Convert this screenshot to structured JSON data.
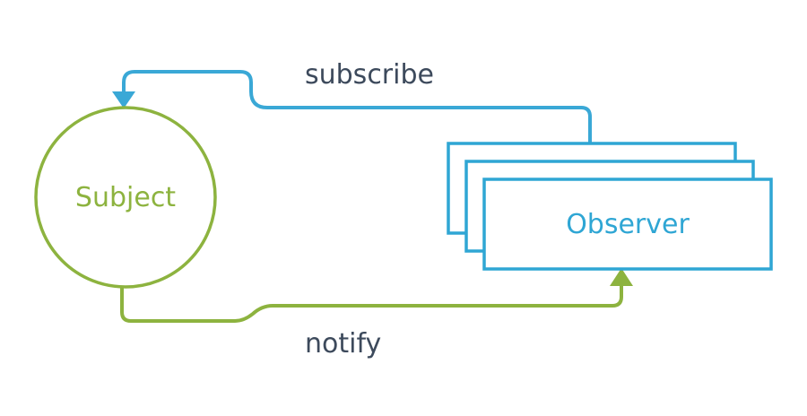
{
  "diagram": {
    "subject_label": "Subject",
    "observer_label": "Observer",
    "subscribe_label": "subscribe",
    "notify_label": "notify"
  },
  "colors": {
    "subject": "#8db33f",
    "observer": "#2fa6d4",
    "text": "#3d4a5c",
    "background": "#ffffff"
  }
}
